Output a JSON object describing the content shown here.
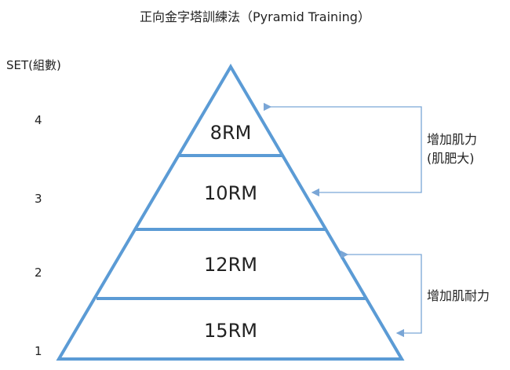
{
  "title": "正向金字塔訓練法（Pyramid Training）",
  "set_axis_label": "SET(組數)",
  "set_numbers": [
    "4",
    "3",
    "2",
    "1"
  ],
  "pyramid_levels": [
    "8RM",
    "10RM",
    "12RM",
    "15RM"
  ],
  "annotations": [
    {
      "lines": [
        "增加肌力",
        "(肌肥大)"
      ]
    },
    {
      "lines": [
        "增加肌耐力"
      ]
    }
  ],
  "colors": {
    "pyramid_stroke": "#5b9bd5",
    "arrow_stroke": "#7aa6d6",
    "text": "#222222"
  }
}
